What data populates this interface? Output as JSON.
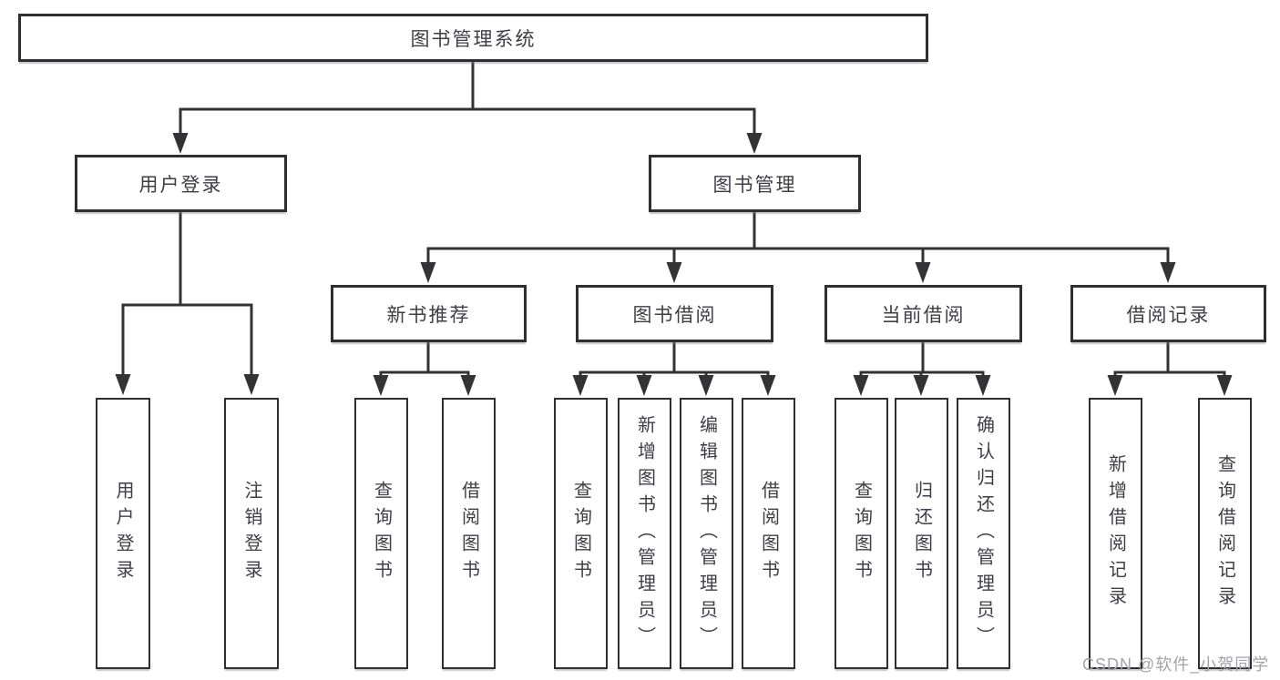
{
  "diagram_type": "hierarchy-tree",
  "colors": {
    "background": "#ffffff",
    "line": "#333336",
    "box_border": "#2f2f33",
    "text": "#3e3e46",
    "watermark": "#a3a3ab"
  },
  "tree": {
    "root": {
      "label": "图书管理系统",
      "children": [
        {
          "label": "用户登录",
          "children": [
            {
              "label": "用户登录"
            },
            {
              "label": "注销登录"
            }
          ]
        },
        {
          "label": "图书管理",
          "children": [
            {
              "label": "新书推荐",
              "children": [
                {
                  "label": "查询图书"
                },
                {
                  "label": "借阅图书"
                }
              ]
            },
            {
              "label": "图书借阅",
              "children": [
                {
                  "label": "查询图书"
                },
                {
                  "label": "新增图书（管理员）"
                },
                {
                  "label": "编辑图书（管理员）"
                },
                {
                  "label": "借阅图书"
                }
              ]
            },
            {
              "label": "当前借阅",
              "children": [
                {
                  "label": "查询图书"
                },
                {
                  "label": "归还图书"
                },
                {
                  "label": "确认归还（管理员）"
                }
              ]
            },
            {
              "label": "借阅记录",
              "children": [
                {
                  "label": "新增借阅记录"
                },
                {
                  "label": "查询借阅记录"
                }
              ]
            }
          ]
        }
      ]
    }
  },
  "watermark": {
    "text": "CSDN @软件_小贺同学"
  }
}
